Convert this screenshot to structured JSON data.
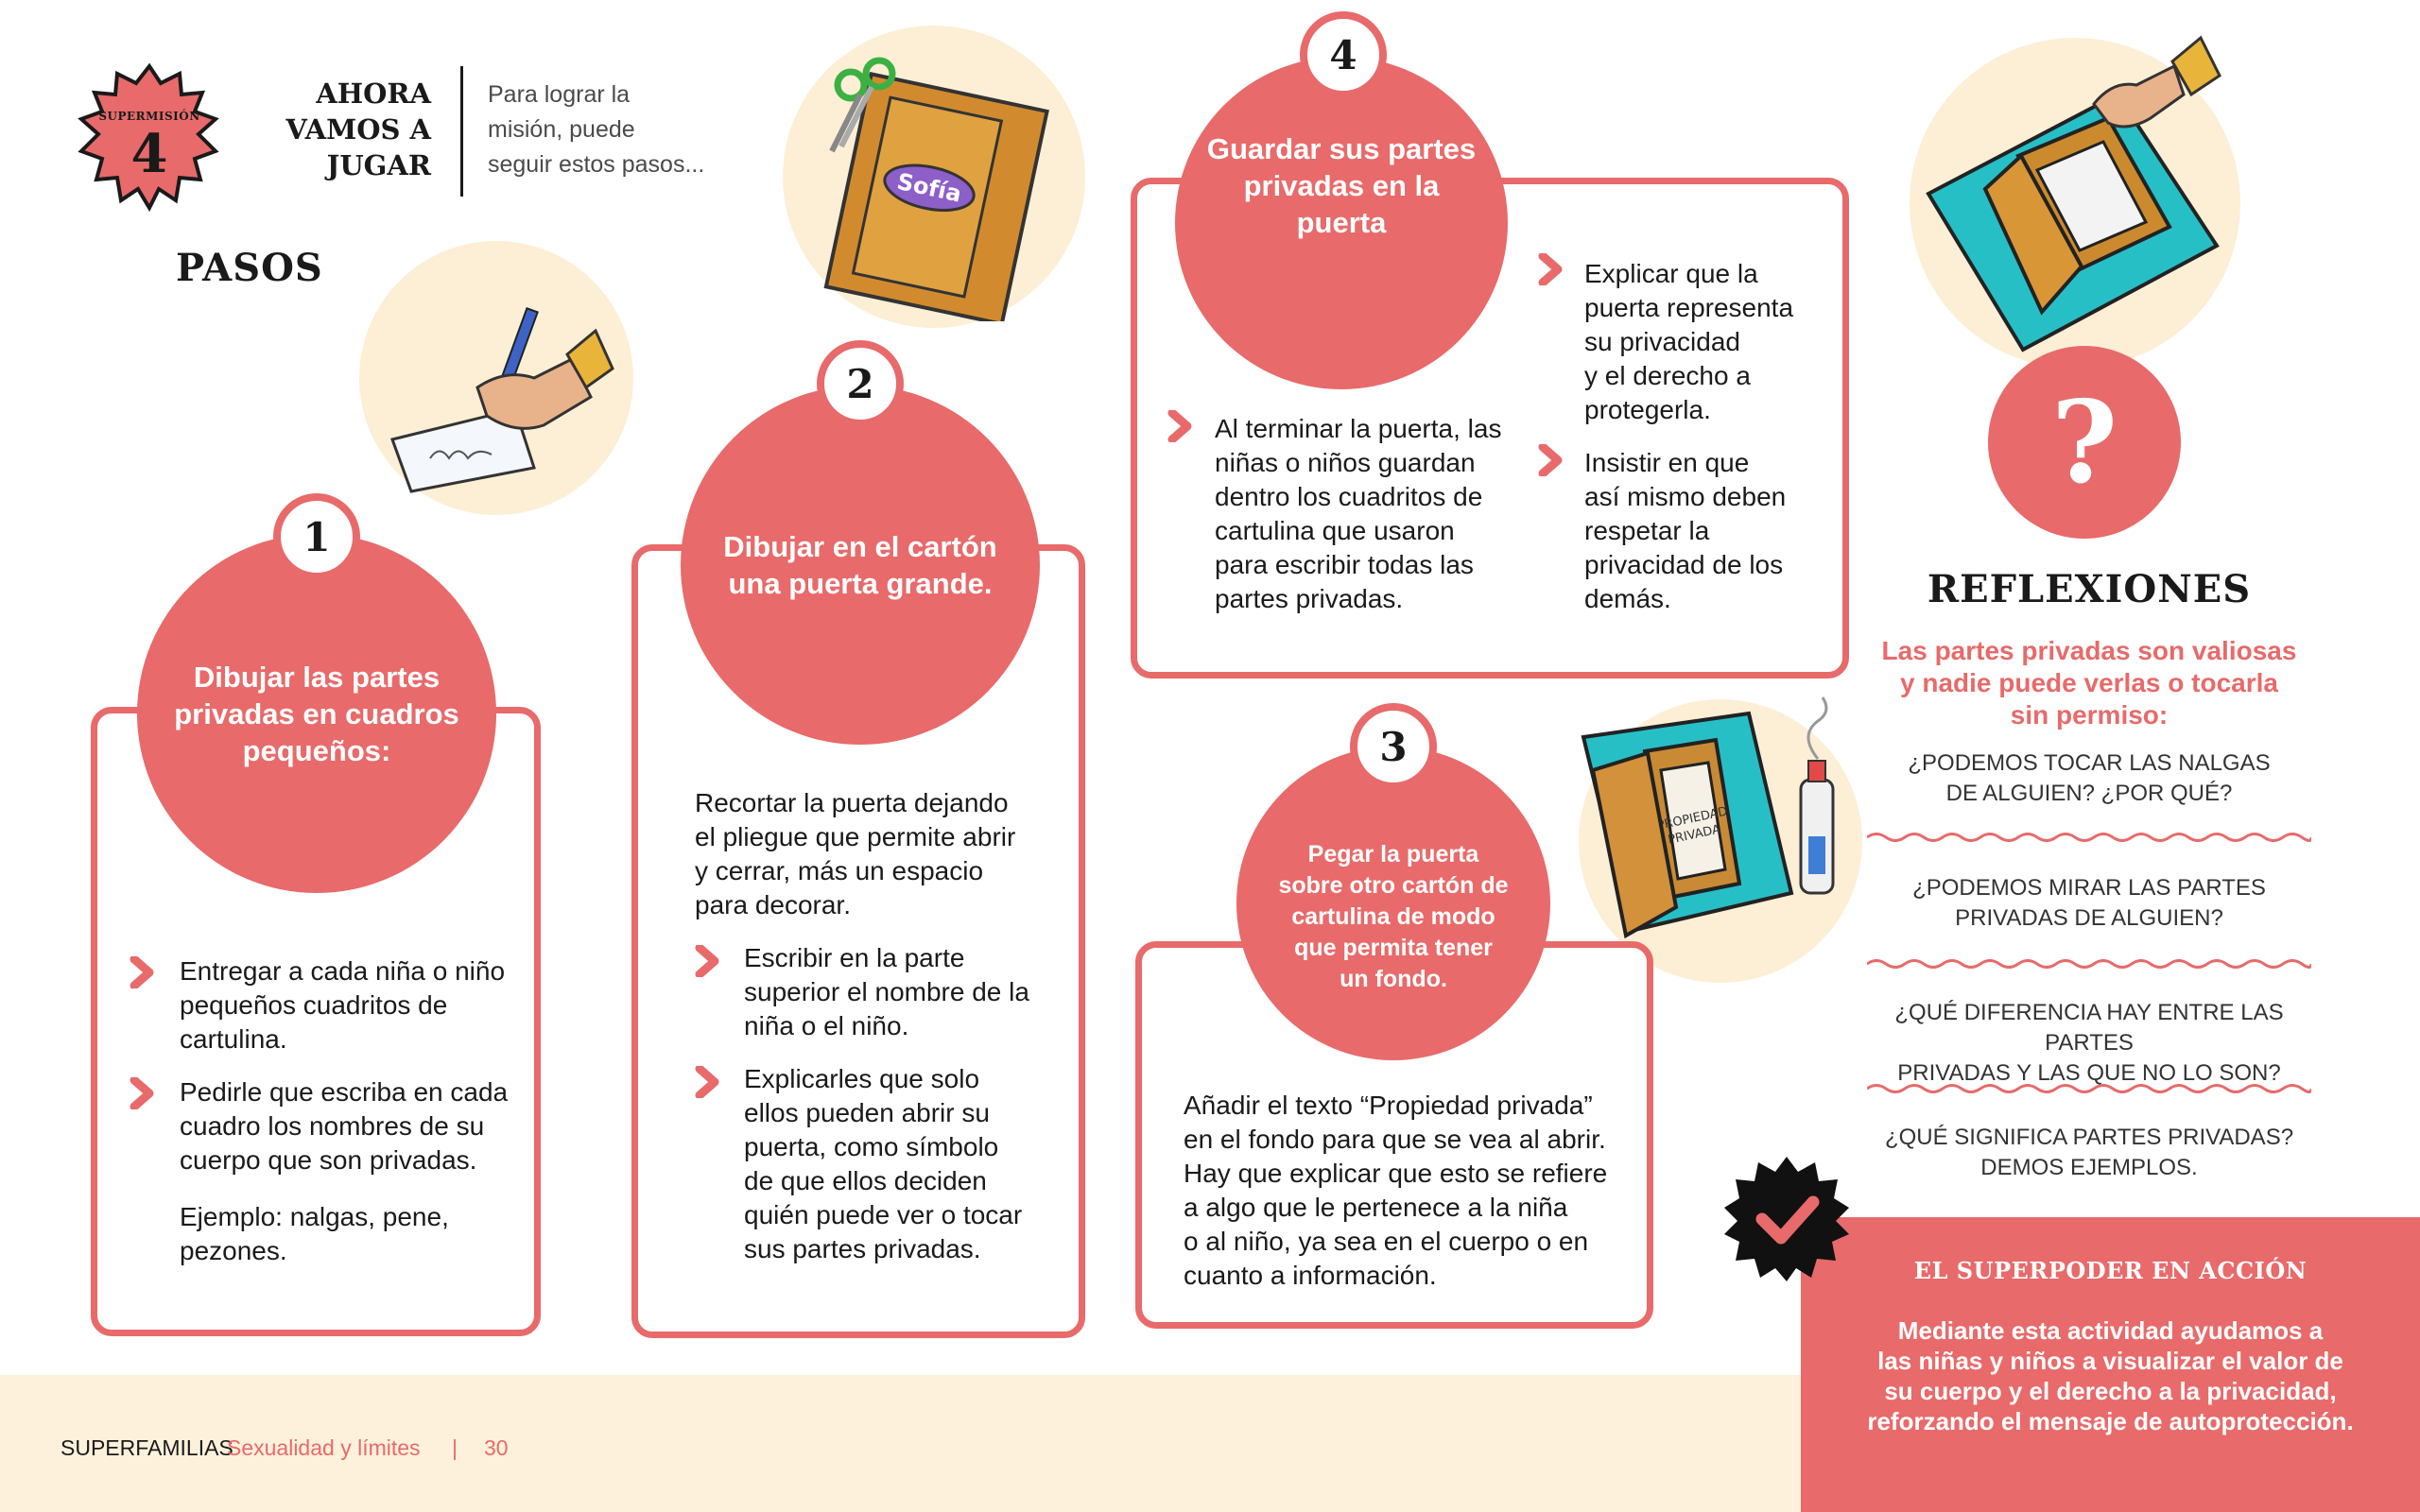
{
  "colors": {
    "accent": "#e86a6a",
    "cream": "#fcefd6",
    "dark": "#1a1a1a"
  },
  "header": {
    "badge_label": "SUPERMISIÓN",
    "badge_number": "4",
    "title_lines": [
      "AHORA",
      "VAMOS A",
      "JUGAR"
    ],
    "subtitle_lines": [
      "Para lograr la",
      "misión, puede",
      "seguir estos pasos..."
    ],
    "pasos": "PASOS"
  },
  "steps": {
    "s1": {
      "number": "1",
      "title_lines": [
        "Dibujar las partes",
        "privadas en cuadros",
        "pequeños:"
      ],
      "bullets": [
        [
          "Entregar a cada niña o niño",
          "pequeños cuadritos de",
          "cartulina."
        ],
        [
          "Pedirle que escriba en cada",
          "cuadro los nombres de su",
          "cuerpo que son privadas."
        ]
      ],
      "extra": [
        "Ejemplo: nalgas, pene,",
        "pezones."
      ]
    },
    "s2": {
      "number": "2",
      "title_lines": [
        "Dibujar en el cartón",
        "una puerta grande."
      ],
      "intro": [
        "Recortar la puerta dejando",
        "el pliegue que permite abrir",
        "y cerrar, más un espacio",
        "para decorar."
      ],
      "bullets": [
        [
          "Escribir en la parte",
          "superior el nombre de la",
          "niña o el niño."
        ],
        [
          "Explicarles que solo",
          "ellos pueden abrir su",
          "puerta, como símbolo",
          "de que ellos deciden",
          "quién puede ver o tocar",
          "sus partes privadas."
        ]
      ]
    },
    "s3": {
      "number": "3",
      "title_lines": [
        "Pegar la puerta",
        "sobre otro cartón de",
        "cartulina de modo",
        "que permita tener",
        "un fondo."
      ],
      "text": [
        "Añadir el texto “Propiedad privada”",
        "en el fondo para que se vea al abrir.",
        "Hay que explicar que esto se refiere",
        "a algo que le pertenece a la niña",
        "o al niño, ya sea en el cuerpo o en",
        "cuanto a información."
      ]
    },
    "s4": {
      "number": "4",
      "title_lines": [
        "Guardar sus partes",
        "privadas en la",
        "puerta"
      ],
      "left_bullet": [
        "Al terminar la puerta, las",
        "niñas o niños guardan",
        "dentro los cuadritos de",
        "cartulina que usaron",
        "para escribir todas las",
        "partes privadas."
      ],
      "right_bullets": [
        [
          "Explicar que la",
          "puerta representa",
          "su privacidad",
          "y el derecho a",
          "protegerla."
        ],
        [
          "Insistir en que",
          "así mismo deben",
          "respetar la",
          "privacidad de los",
          "demás."
        ]
      ]
    }
  },
  "illustrations": {
    "name_on_door": "Sofía",
    "door_sign": [
      "PROPIEDAD",
      "PRIVADA"
    ]
  },
  "reflexiones": {
    "question_mark": "?",
    "title": "REFLEXIONES",
    "subtitle": [
      "Las partes privadas son valiosas",
      "y nadie puede verlas o tocarla",
      "sin permiso:"
    ],
    "questions": [
      [
        "¿PODEMOS TOCAR LAS NALGAS",
        "DE ALGUIEN? ¿POR QUÉ?"
      ],
      [
        "¿PODEMOS MIRAR LAS PARTES",
        "PRIVADAS DE ALGUIEN?"
      ],
      [
        "¿QUÉ DIFERENCIA HAY ENTRE LAS PARTES",
        "PRIVADAS Y LAS QUE NO LO SON?"
      ],
      [
        "¿QUÉ SIGNIFICA PARTES PRIVADAS?",
        "DEMOS EJEMPLOS."
      ]
    ]
  },
  "superpoder": {
    "title": "EL SUPERPODER EN ACCIÓN",
    "text": [
      "Mediante esta actividad ayudamos a",
      "las niñas y niños a visualizar el valor de",
      "su cuerpo y el derecho a la privacidad,",
      "reforzando el mensaje de autoprotección."
    ]
  },
  "footer": {
    "brand": "SUPERFAMILIAS",
    "section": "Sexualidad y límites",
    "separator": "|",
    "page": "30"
  }
}
